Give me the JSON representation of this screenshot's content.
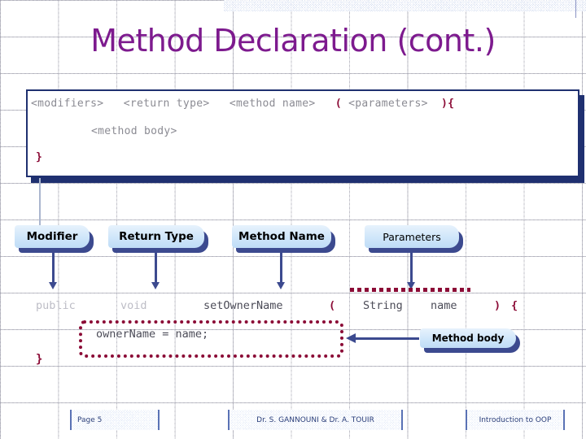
{
  "slide": {
    "title": "Method Declaration (cont.)",
    "title_color": "#7d1a8e"
  },
  "syntax_box": {
    "line1": {
      "modifiers": "<modifiers>",
      "return_type": "<return type>",
      "method_name": "<method name>",
      "open_paren": "(",
      "parameters": "<parameters>",
      "close_paren_brace": "){"
    },
    "line2": "<method body>",
    "line3": "}",
    "border_color": "#1f3070"
  },
  "labels": [
    {
      "text": "Modifier"
    },
    {
      "text": "Return Type"
    },
    {
      "text": "Method Name"
    },
    {
      "text": "Parameters"
    },
    {
      "text": "Method body"
    }
  ],
  "example": {
    "modifier": "public",
    "return_type": "void",
    "method_name": "setOwnerName",
    "open_paren": "(",
    "param_type": "String",
    "param_name": "name",
    "close_paren": ")",
    "open_brace": "{",
    "body": "ownerName = name;",
    "close_brace": "}",
    "accent_color": "#8b0b36"
  },
  "footer": {
    "page": "Page 5",
    "authors": "Dr. S. GANNOUNI & Dr. A. TOUIR",
    "course": "Introduction to OOP"
  }
}
